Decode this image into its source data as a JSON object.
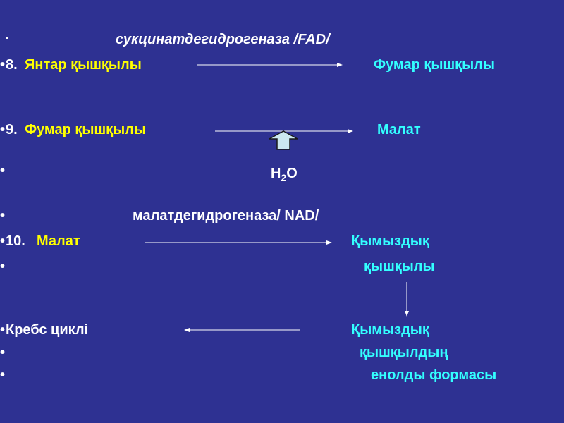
{
  "slide": {
    "bullet": "•",
    "enzyme1": "сукцинатдегидрогеназа /FAD/",
    "step8": {
      "number": "8.",
      "substrate": "Янтар қышқылы",
      "product": "Фумар қышқылы"
    },
    "step9": {
      "number": "9.",
      "substrate": "Фумар қышқылы",
      "product": "Малат"
    },
    "water": {
      "h": "H",
      "sub": "2",
      "o": "O"
    },
    "enzyme2": "малатдегидрогеназа/ NAD/",
    "step10": {
      "number": "10.",
      "substrate": "Малат",
      "product_line1": "Қымыздық",
      "product_line2": "қышқылы"
    },
    "krebs": {
      "label": "Кребс циклі",
      "enol_line1": "Қымыздық",
      "enol_line2": "қышқылдың",
      "enol_line3": "енолды формасы"
    },
    "colors": {
      "background": "#2e3192",
      "substrate": "#ffff00",
      "product": "#33ffff",
      "arrow_up_fill": "#cce8f0"
    }
  }
}
